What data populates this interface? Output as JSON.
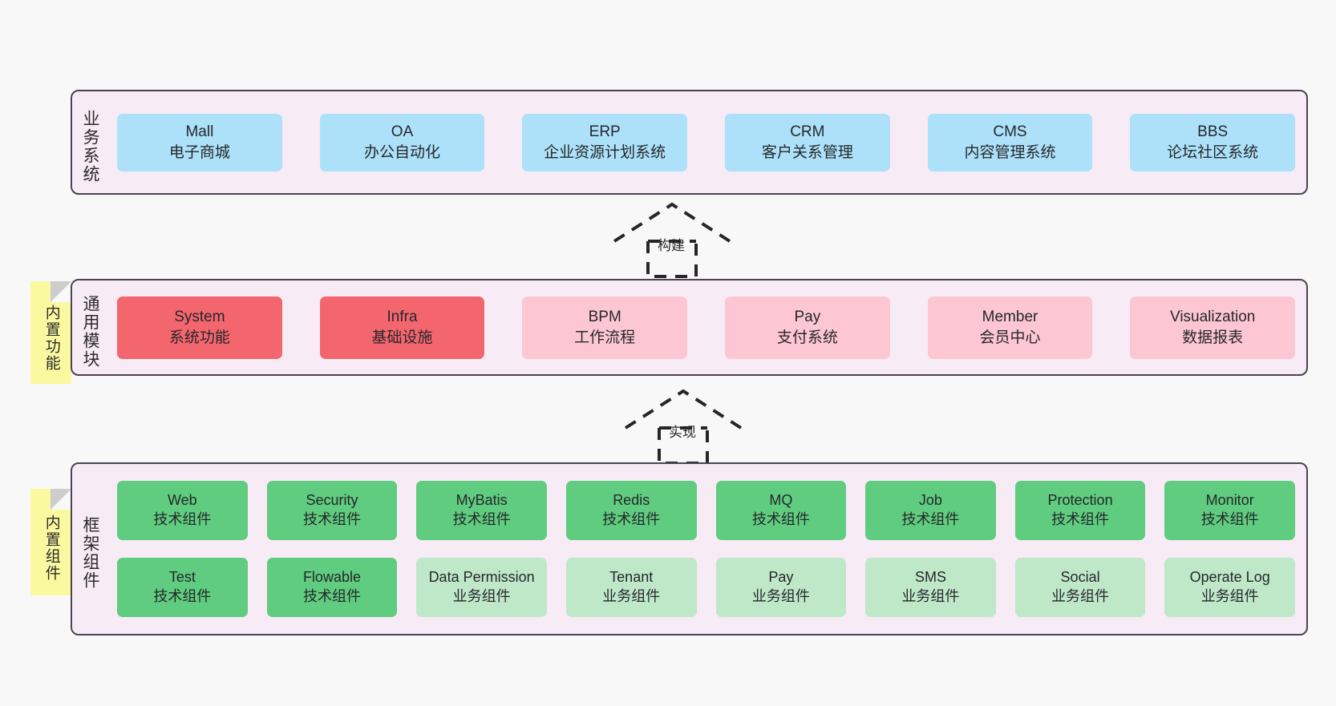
{
  "diagram": {
    "background_color": "#f8f8f8",
    "panel_bg": "#f7ebf5",
    "panel_border": "#4b4453",
    "note_bg": "#fbf9a0"
  },
  "layers": {
    "business": {
      "title": "业务系统",
      "card_color": "#ace1f9",
      "cards": [
        {
          "en": "Mall",
          "cn": "电子商城"
        },
        {
          "en": "OA",
          "cn": "办公自动化"
        },
        {
          "en": "ERP",
          "cn": "企业资源计划系统"
        },
        {
          "en": "CRM",
          "cn": "客户关系管理"
        },
        {
          "en": "CMS",
          "cn": "内容管理系统"
        },
        {
          "en": "BBS",
          "cn": "论坛社区系统"
        }
      ]
    },
    "module": {
      "title": "通用模块",
      "note": "内置功能",
      "colors": {
        "primary": "#f4666e",
        "secondary": "#fcc7d2"
      },
      "cards": [
        {
          "en": "System",
          "cn": "系统功能",
          "tone": "red"
        },
        {
          "en": "Infra",
          "cn": "基础设施",
          "tone": "red"
        },
        {
          "en": "BPM",
          "cn": "工作流程",
          "tone": "pink"
        },
        {
          "en": "Pay",
          "cn": "支付系统",
          "tone": "pink"
        },
        {
          "en": "Member",
          "cn": "会员中心",
          "tone": "pink"
        },
        {
          "en": "Visualization",
          "cn": "数据报表",
          "tone": "pink"
        }
      ]
    },
    "framework": {
      "title": "框架组件",
      "note": "内置组件",
      "colors": {
        "tech": "#5fcc7f",
        "business": "#bfe8c9"
      },
      "cards": [
        {
          "en": "Web",
          "cn": "技术组件",
          "tone": "tech"
        },
        {
          "en": "Security",
          "cn": "技术组件",
          "tone": "tech"
        },
        {
          "en": "MyBatis",
          "cn": "技术组件",
          "tone": "tech"
        },
        {
          "en": "Redis",
          "cn": "技术组件",
          "tone": "tech"
        },
        {
          "en": "MQ",
          "cn": "技术组件",
          "tone": "tech"
        },
        {
          "en": "Job",
          "cn": "技术组件",
          "tone": "tech"
        },
        {
          "en": "Protection",
          "cn": "技术组件",
          "tone": "tech"
        },
        {
          "en": "Monitor",
          "cn": "技术组件",
          "tone": "tech"
        },
        {
          "en": "Test",
          "cn": "技术组件",
          "tone": "tech"
        },
        {
          "en": "Flowable",
          "cn": "技术组件",
          "tone": "tech"
        },
        {
          "en": "Data Permission",
          "cn": "业务组件",
          "tone": "business"
        },
        {
          "en": "Tenant",
          "cn": "业务组件",
          "tone": "business"
        },
        {
          "en": "Pay",
          "cn": "业务组件",
          "tone": "business"
        },
        {
          "en": "SMS",
          "cn": "业务组件",
          "tone": "business"
        },
        {
          "en": "Social",
          "cn": "业务组件",
          "tone": "business"
        },
        {
          "en": "Operate Log",
          "cn": "业务组件",
          "tone": "business"
        }
      ]
    }
  },
  "arrows": [
    {
      "id": "build",
      "label": "构建"
    },
    {
      "id": "impl",
      "label": "实现"
    }
  ]
}
